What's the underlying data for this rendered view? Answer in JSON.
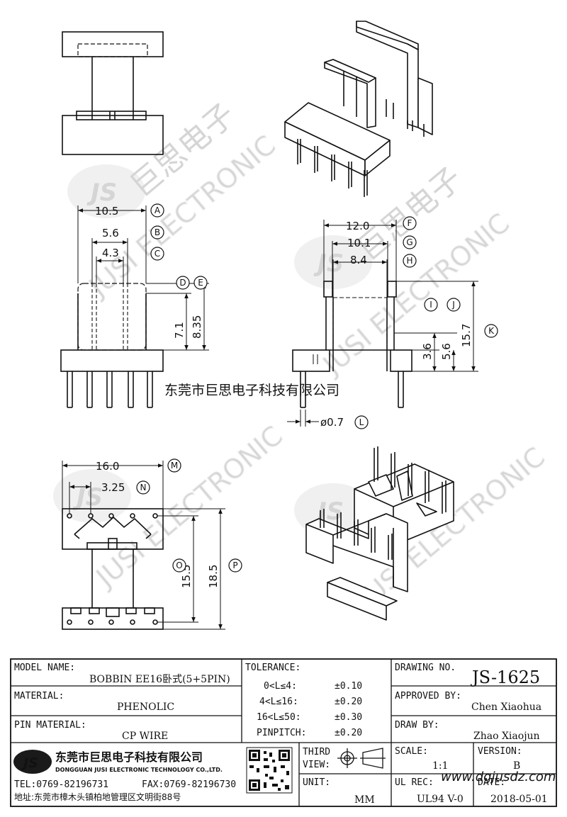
{
  "watermark": {
    "brand_cn": "巨思电子",
    "brand_en": "JUSI ELECTRONIC",
    "logo": "JS",
    "overlay": "东莞市巨思电子科技有限公司",
    "site": "www.dgjusdz.com"
  },
  "dimensions": {
    "d_a": "10.5",
    "d_b": "5.6",
    "d_c": "4.3",
    "d_d": "7.1",
    "d_e": "8.35",
    "d_f": "12.0",
    "d_g": "10.1",
    "d_h": "8.4",
    "d_i": "3.6",
    "d_j": "5.6",
    "d_k": "15.7",
    "d_l": "ø0.7",
    "d_m": "16.0",
    "d_n": "3.25",
    "d_o": "15.5",
    "d_p": "18.5"
  },
  "markers": {
    "a": "A",
    "b": "B",
    "c": "C",
    "d": "D",
    "e": "E",
    "f": "F",
    "g": "G",
    "h": "H",
    "i": "I",
    "j": "J",
    "k": "K",
    "l": "L",
    "m": "M",
    "n": "N",
    "o": "O",
    "p": "P"
  },
  "title_block": {
    "model_label": "MODEL NAME:",
    "model_value": "BOBBIN EE16卧式(5+5PIN)",
    "material_label": "MATERIAL:",
    "material_value": "PHENOLIC",
    "pin_material_label": "PIN MATERIAL:",
    "pin_material_value": "CP WIRE",
    "tolerance_label": "TOLERANCE:",
    "tol_rows": [
      {
        "range": "0<L≤4:",
        "value": "±0.10"
      },
      {
        "range": "4<L≤16:",
        "value": "±0.20"
      },
      {
        "range": "16<L≤50:",
        "value": "±0.30"
      },
      {
        "range": "PINPITCH:",
        "value": "±0.20"
      }
    ],
    "drawing_no_label": "DRAWING NO.",
    "drawing_no_value": "JS-1625",
    "approved_label": "APPROVED BY:",
    "approved_value": "Chen Xiaohua",
    "draw_label": "DRAW BY:",
    "draw_value": "Zhao Xiaojun",
    "company_cn": "东莞市巨思电子科技有限公司",
    "company_en": "DONGGUAN JUSI ELECTRONIC TECHNOLOGY CO.,LTD.",
    "tel": "TEL:0769-82196731",
    "fax": "FAX:0769-82196730",
    "address": "地址:东莞市樟木头镇柏地管理区文明街88号",
    "third_view_label_1": "THIRD",
    "third_view_label_2": "VIEW:",
    "unit_label": "UNIT:",
    "unit_value": "MM",
    "scale_label": "SCALE:",
    "scale_value": "1:1",
    "version_label": "VERSION:",
    "version_value": "B",
    "ul_label": "UL REC:",
    "ul_value": "UL94 V-0",
    "date_label": "DATE:",
    "date_value": "2018-05-01"
  }
}
